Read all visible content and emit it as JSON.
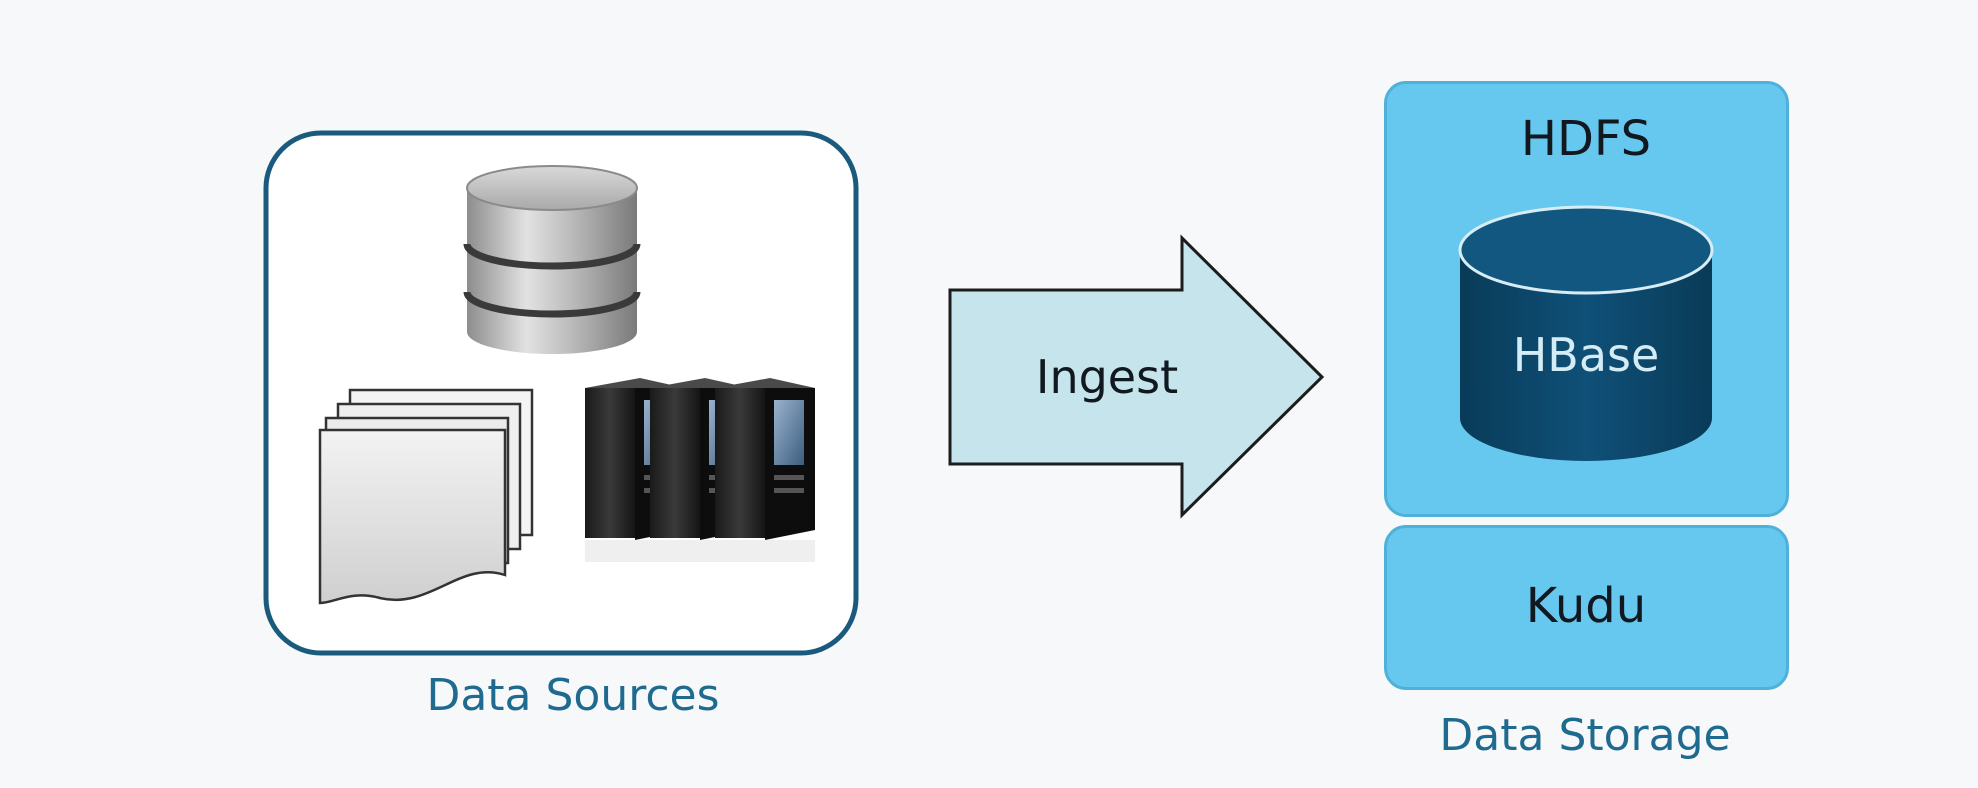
{
  "diagram": {
    "sources": {
      "caption": "Data Sources",
      "icons": [
        "database-icon",
        "documents-icon",
        "servers-icon"
      ]
    },
    "ingest": {
      "label": "Ingest",
      "arrow_color": "#c5e4ec"
    },
    "storage": {
      "caption": "Data Storage",
      "hdfs_label": "HDFS",
      "hbase_label": "HBase",
      "kudu_label": "Kudu",
      "box_color": "#66c8ee",
      "cylinder_color": "#0d4a6e"
    },
    "colors": {
      "accent": "#1f6b90",
      "frame": "#1a5a7c",
      "background": "#f7f8f9"
    }
  }
}
